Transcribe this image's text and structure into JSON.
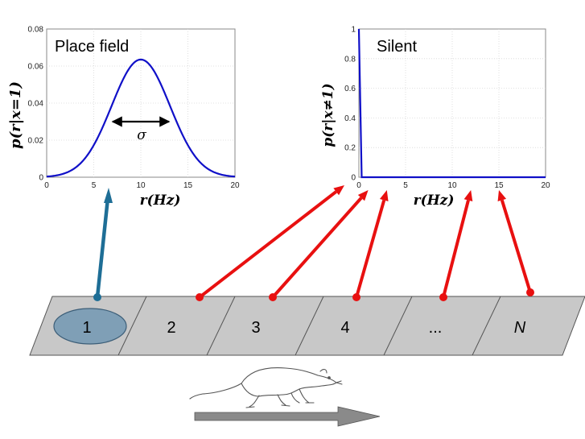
{
  "charts": [
    {
      "id": "place",
      "type": "line",
      "title": "Place field",
      "ylabel": "p(r|x=1)",
      "xlabel": "r(Hz)",
      "xlim": [
        0,
        20
      ],
      "ylim": [
        0,
        0.08
      ],
      "xticks": [
        0,
        5,
        10,
        15,
        20
      ],
      "yticks": [
        0,
        0.02,
        0.04,
        0.06,
        0.08
      ],
      "ytick_labels": [
        "0",
        "0.02",
        "0.04",
        "0.06",
        "0.08"
      ],
      "grid": true,
      "line_color": "#1010c8",
      "curve": {
        "kind": "gaussian",
        "mean": 10,
        "sd": 3.1,
        "peak": 0.0635
      },
      "width_label": "σ",
      "width_arrow": {
        "from": 7,
        "to": 13,
        "y": 0.03
      }
    },
    {
      "id": "silent",
      "type": "line",
      "title": "Silent",
      "ylabel": "p(r|x≠1)",
      "xlabel": "r(Hz)",
      "xlim": [
        0,
        20
      ],
      "ylim": [
        0,
        1
      ],
      "xticks": [
        0,
        5,
        10,
        15,
        20
      ],
      "yticks": [
        0,
        0.2,
        0.4,
        0.6,
        0.8,
        1
      ],
      "ytick_labels": [
        "0",
        "0.2",
        "0.4",
        "0.6",
        "0.8",
        "1"
      ],
      "grid": true,
      "line_color": "#1010c8",
      "points": [
        [
          0,
          1
        ],
        [
          0.3,
          0
        ],
        [
          20,
          0
        ]
      ]
    }
  ],
  "track": {
    "cells": [
      "1",
      "2",
      "3",
      "4",
      "...",
      "N"
    ],
    "fill_color": "#c8c8c8",
    "highlight_color": "#7f9fb6"
  },
  "arrows": {
    "place_color": "#1e6e96",
    "silent_color": "#e81010",
    "silent_targets_x": [
      0,
      1,
      3,
      12,
      15
    ]
  },
  "direction_arrow_color": "#8a8a8a",
  "icons": {
    "animal": "rat-icon"
  }
}
